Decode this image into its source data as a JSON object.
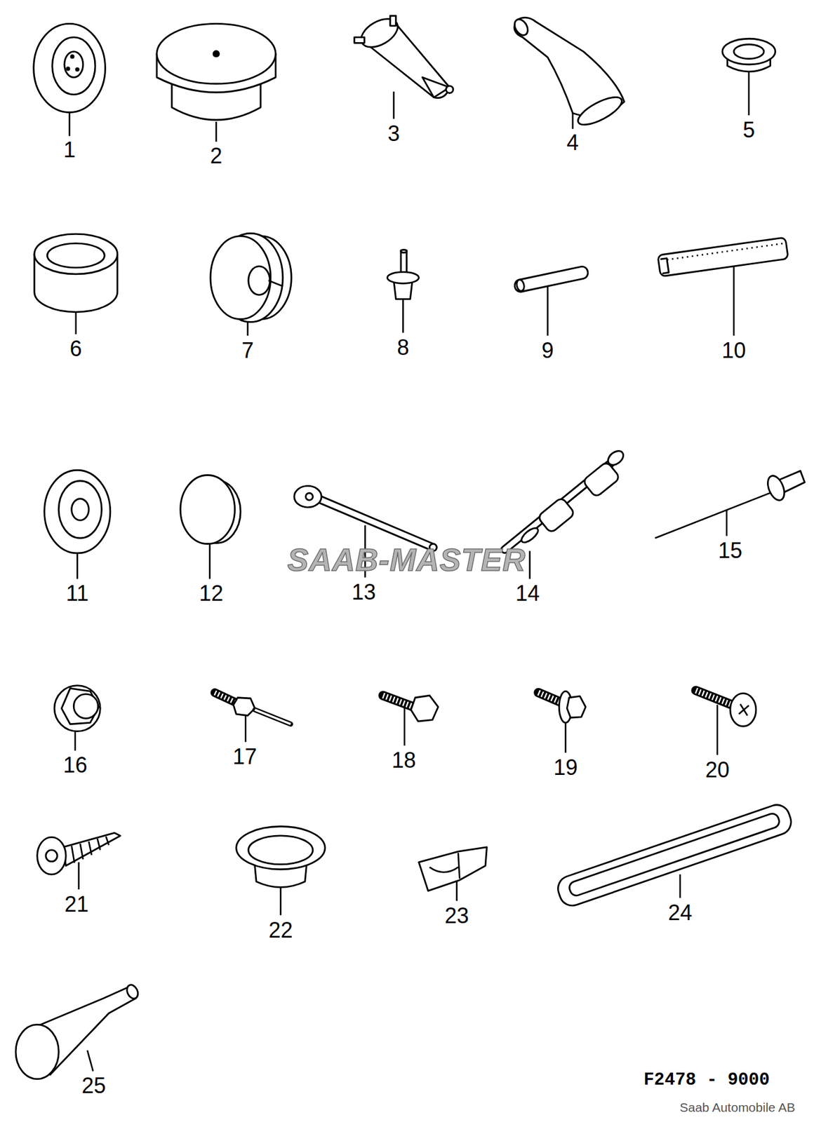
{
  "diagram": {
    "labels": [
      "1",
      "2",
      "3",
      "4",
      "5",
      "6",
      "7",
      "8",
      "9",
      "10",
      "11",
      "12",
      "13",
      "14",
      "15",
      "16",
      "17",
      "18",
      "19",
      "20",
      "21",
      "22",
      "23",
      "24",
      "25",
      "SAAB-MASTER",
      "F2478 - 9000",
      "Saab Automobile AB"
    ]
  }
}
